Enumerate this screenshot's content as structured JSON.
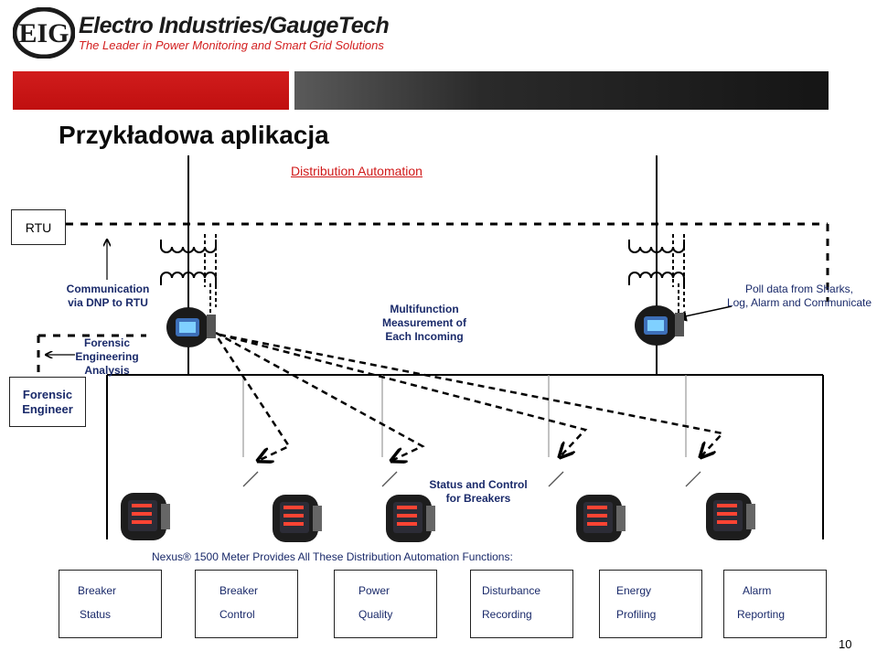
{
  "header": {
    "company_name": "Electro Industries/GaugeTech",
    "tagline": "The Leader in Power Monitoring and Smart Grid Solutions",
    "logo_letters": "EIG",
    "brand_red": "#d11d1d"
  },
  "slide": {
    "title": "Przykładowa aplikacja",
    "subtitle": "Distribution Automation",
    "page_number": "10"
  },
  "diagram": {
    "rtu_label": "RTU",
    "forensic_engineer_label": "Forensic Engineer",
    "comm_label": [
      "Communication",
      "via DNP to RTU"
    ],
    "forensic_analysis_label": [
      "Forensic",
      "Engineering",
      "Analysis"
    ],
    "multifunction_label": [
      "Multifunction",
      "Measurement of",
      "Each Incoming"
    ],
    "poll_label": [
      "Poll data from Sharks,",
      "Log, Alarm and Communicate"
    ],
    "status_control_label": [
      "Status and Control",
      "for Breakers"
    ],
    "nexus_caption": "Nexus® 1500 Meter Provides All These Distribution Automation Functions:"
  },
  "functions": [
    {
      "line1": "Breaker",
      "line2": "Status"
    },
    {
      "line1": "Breaker",
      "line2": "Control"
    },
    {
      "line1": "Power",
      "line2": "Quality"
    },
    {
      "line1": "Disturbance",
      "line2": "Recording"
    },
    {
      "line1": "Energy",
      "line2": "Profiling"
    },
    {
      "line1": "Alarm",
      "line2": "Reporting"
    }
  ]
}
